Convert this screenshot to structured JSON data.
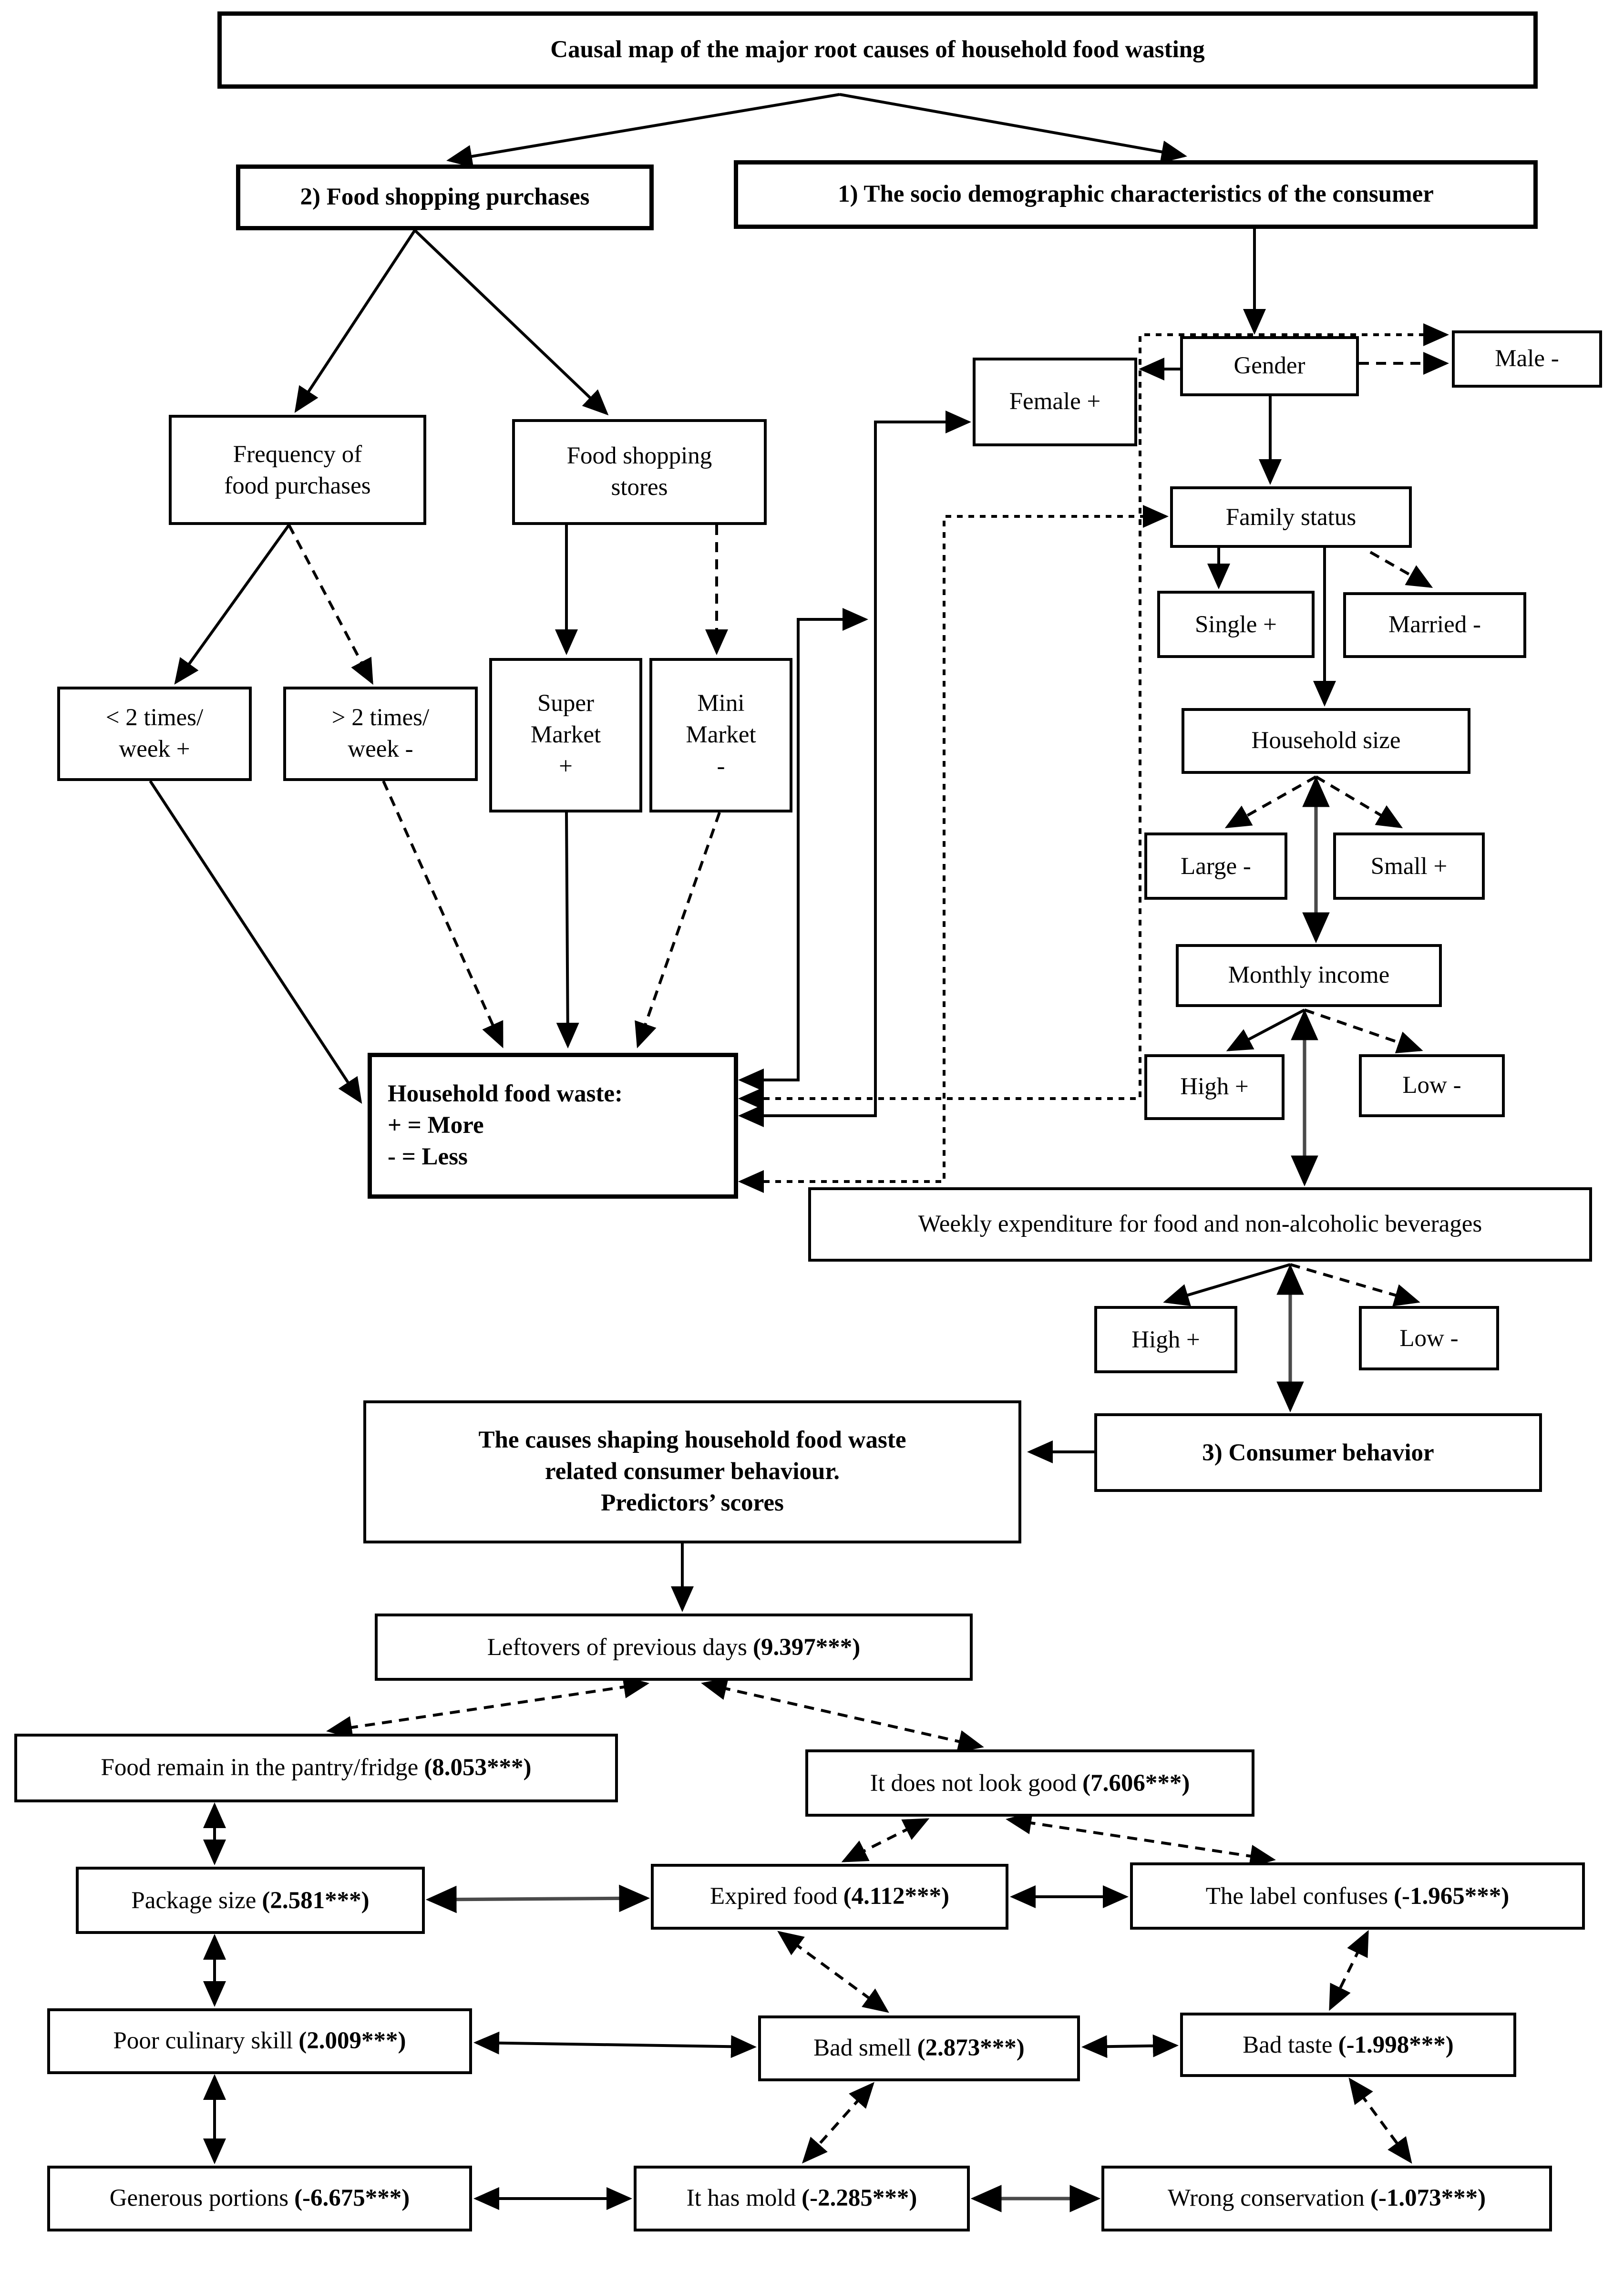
{
  "figure": {
    "type": "causal-map-diagram",
    "background_color": "#ffffff",
    "line_color": "#000000"
  },
  "boxes": {
    "title": {
      "label": "Causal map of the major root causes of household food wasting"
    },
    "fsp": {
      "label": "2) Food shopping purchases"
    },
    "sd": {
      "label": "1) The socio demographic characteristics of the consumer"
    },
    "freq": {
      "label": "Frequency of\nfood purchases"
    },
    "stores": {
      "label": "Food shopping\nstores"
    },
    "lt2": {
      "label": "< 2 times/\nweek +"
    },
    "gt2": {
      "label": "> 2 times/\nweek -"
    },
    "super": {
      "label": "Super\nMarket\n+"
    },
    "mini": {
      "label": "Mini\nMarket\n-"
    },
    "female": {
      "label": "Female +"
    },
    "gender": {
      "label": "Gender"
    },
    "male": {
      "label": "Male -"
    },
    "famstat": {
      "label": "Family status"
    },
    "single": {
      "label": "Single +"
    },
    "married": {
      "label": "Married -"
    },
    "hsize": {
      "label": "Household size"
    },
    "large": {
      "label": "Large -"
    },
    "small": {
      "label": "Small +"
    },
    "mincome": {
      "label": "Monthly income"
    },
    "high1": {
      "label": "High +"
    },
    "low1": {
      "label": "Low -"
    },
    "hfw": {
      "label": "Household food waste:\n+ = More\n- = Less"
    },
    "weekexp": {
      "label": "Weekly expenditure for food and non-alcoholic beverages"
    },
    "high2": {
      "label": "High +"
    },
    "low2": {
      "label": "Low -"
    },
    "causes": {
      "label": "The causes shaping household food waste\nrelated consumer behaviour.\nPredictors’ scores"
    },
    "consumer": {
      "label": "3) Consumer behavior"
    },
    "leftovers": {
      "label": "Leftovers of previous days",
      "score": "(9.397***)"
    },
    "pantry": {
      "label": "Food remain in the pantry/fridge",
      "score": "(8.053***)"
    },
    "notgood": {
      "label": "It does not look good",
      "score": "(7.606***)"
    },
    "package": {
      "label": "Package size",
      "score": "(2.581***)"
    },
    "expired": {
      "label": "Expired food",
      "score": "(4.112***)"
    },
    "labelconf": {
      "label": "The label confuses",
      "score": "(-1.965***)"
    },
    "culinary": {
      "label": "Poor culinary skill",
      "score": "(2.009***)"
    },
    "badsmell": {
      "label": "Bad smell",
      "score": "(2.873***)"
    },
    "badtaste": {
      "label": "Bad taste",
      "score": "(-1.998***)"
    },
    "generous": {
      "label": "Generous portions",
      "score": "(-6.675***)"
    },
    "mold": {
      "label": "It has mold",
      "score": "(-2.285***)"
    },
    "wrongcons": {
      "label": "Wrong conservation",
      "score": "(-1.073***)"
    }
  }
}
